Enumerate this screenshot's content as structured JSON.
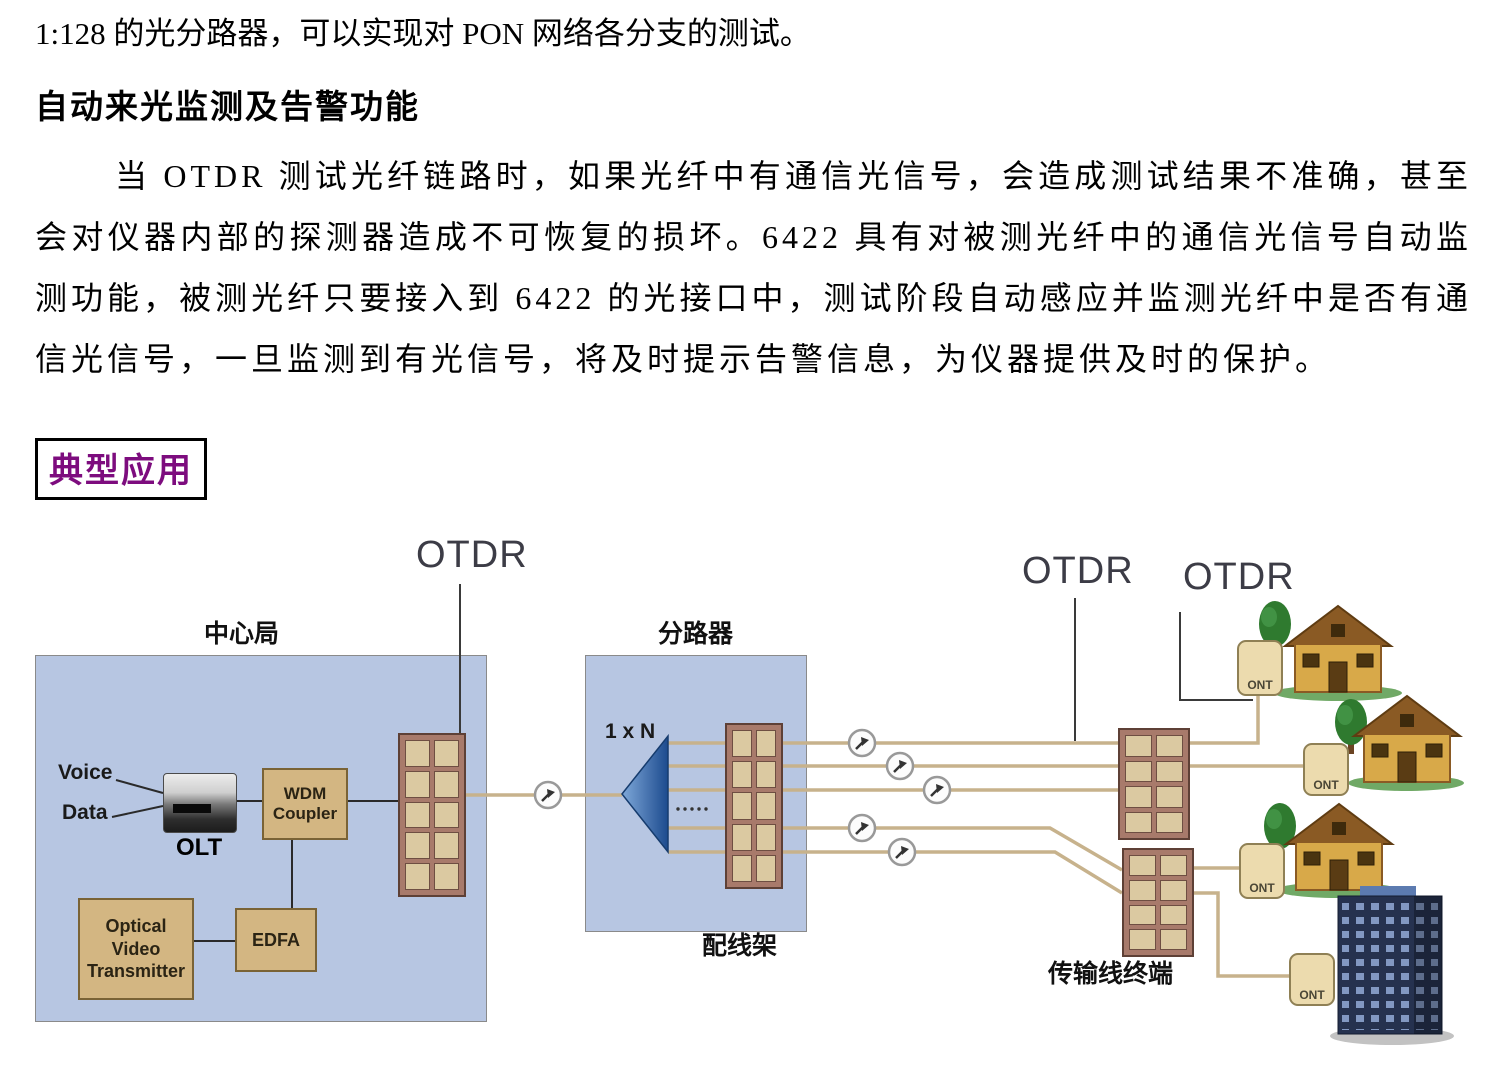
{
  "document": {
    "intro_line": "1:128 的光分路器，可以实现对 PON 网络各分支的测试。",
    "section_heading": "自动来光监测及告警功能",
    "body_paragraph": "当 OTDR 测试光纤链路时，如果光纤中有通信光信号，会造成测试结果不准确，甚至会对仪器内部的探测器造成不可恢复的损坏。6422 具有对被测光纤中的通信光信号自动监测功能，被测光纤只要接入到 6422 的光接口中，测试阶段自动感应并监测光纤中是否有通信光信号，一旦监测到有光信号，将及时提示告警信息，为仪器提供及时的保护。",
    "boxed_heading": "典型应用"
  },
  "diagram": {
    "otdr_top": "OTDR",
    "otdr_right_1": "OTDR",
    "otdr_right_2": "OTDR",
    "central_office": {
      "title": "中心局",
      "voice": "Voice",
      "data": "Data",
      "olt": "OLT",
      "wdm_coupler": "WDM Coupler",
      "optical_video_transmitter": "Optical Video Transmitter",
      "edfa": "EDFA"
    },
    "splitter": {
      "title": "分路器",
      "ratio": "1 x N",
      "patch_panel_caption": "配线架"
    },
    "terminal_caption": "传输线终端",
    "ont": "ONT"
  },
  "colors": {
    "accent_purple": "#7d0c7e",
    "diagram_area_blue": "#b7c6e2",
    "patch_panel_brown": "#a87a6b",
    "panel_slot_tan": "#dbc9a1",
    "device_tan": "#d3b682",
    "fiber_line": "#c7b28c",
    "splitter_blue": "#1c4b8e"
  }
}
